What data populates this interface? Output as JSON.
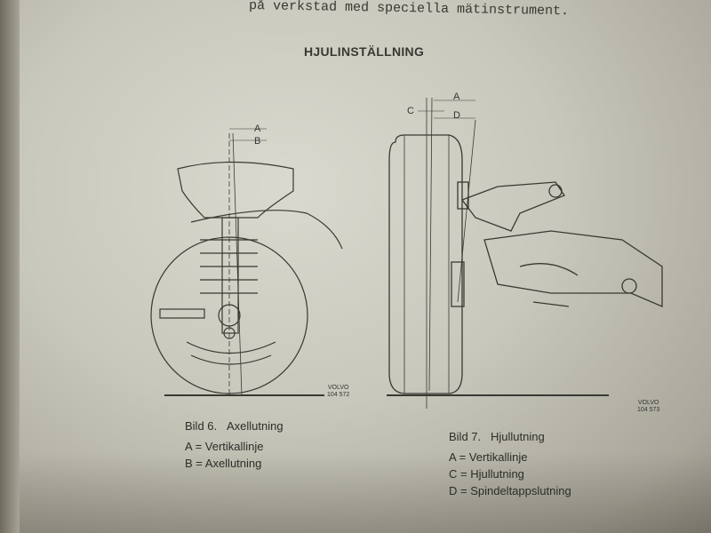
{
  "page": {
    "top_text": "på verkstad med speciella mätinstrument.",
    "heading": "HJULINSTÄLLNING"
  },
  "figure6": {
    "title_num": "Bild 6.",
    "title": "Axellutning",
    "legend": [
      "A = Vertikallinje",
      "B = Axellutning"
    ],
    "labels": {
      "a": "A",
      "b": "B"
    },
    "ref": [
      "VOLVO",
      "104 572"
    ]
  },
  "figure7": {
    "title_num": "Bild 7.",
    "title": "Hjullutning",
    "legend": [
      "A = Vertikallinje",
      "C = Hjullutning",
      "D = Spindeltappslutning"
    ],
    "labels": {
      "a": "A",
      "c": "C",
      "d": "D"
    },
    "ref": [
      "VOLVO",
      "104 573"
    ]
  }
}
